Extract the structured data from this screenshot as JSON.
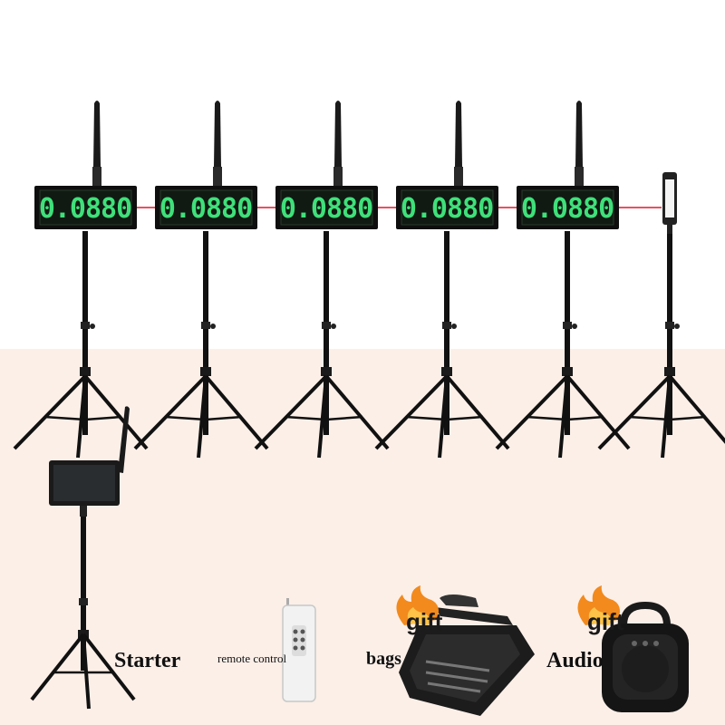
{
  "display_readout": "0.0880",
  "display_units": [
    {
      "readout": "0.0880"
    },
    {
      "readout": "0.0880"
    },
    {
      "readout": "0.0880"
    },
    {
      "readout": "0.0880"
    },
    {
      "readout": "0.0880"
    }
  ],
  "labels": {
    "starter": "Starter",
    "remote_control": "remote control",
    "bags": "bags",
    "audio": "Audio",
    "gift_1": "gift",
    "gift_2": "gift"
  },
  "colors": {
    "background_top": "#ffffff",
    "background_bottom": "#fcefe8",
    "led_digits": "#3fe07a",
    "laser_beam": "#e0283a",
    "flame": "#f28a1e"
  },
  "icons": [
    "tripod-stand-icon",
    "antenna-icon",
    "led-display-icon",
    "laser-sensor-icon",
    "starter-tablet-icon",
    "remote-control-icon",
    "carry-case-icon",
    "speaker-icon",
    "flame-icon"
  ]
}
